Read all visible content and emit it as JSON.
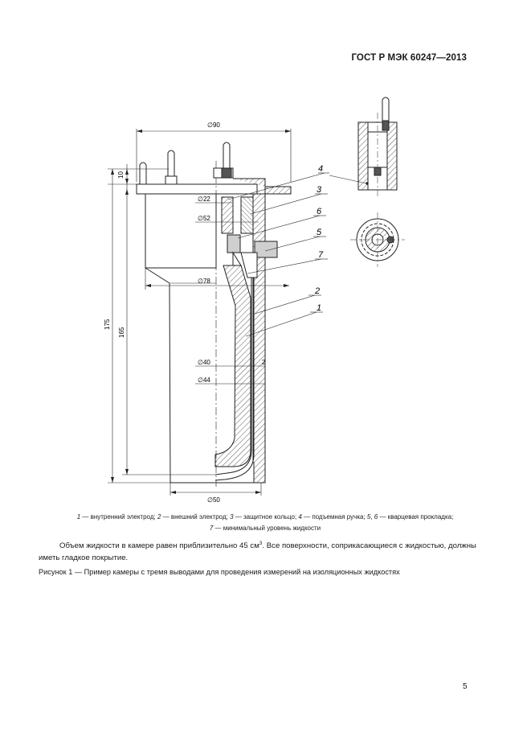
{
  "header": {
    "standard": "ГОСТ Р МЭК 60247—2013"
  },
  "drawing": {
    "dimensions": {
      "d90": "∅90",
      "d22": "∅22",
      "d52": "∅52",
      "d78": "∅78",
      "d40": "∅40",
      "d44": "∅44",
      "d50": "∅50",
      "h10": "10",
      "h175": "175",
      "h165": "165",
      "gap2": "2"
    },
    "callouts": [
      "4",
      "3",
      "6",
      "5",
      "7",
      "2",
      "1"
    ]
  },
  "legend": {
    "n1": "1",
    "t1": " — внутренний электрод; ",
    "n2": "2",
    "t2": " — внешний электрод; ",
    "n3": "3",
    "t3": " — защитное кольцо; ",
    "n4": "4",
    "t4": " — подъемная ручка; ",
    "n5": "5",
    "sep56": ", ",
    "n6": "6",
    "t56": " — кварцевая прокладка;",
    "n7": "7",
    "t7": " — минимальный уровень жидкости"
  },
  "paragraph": {
    "part1": "Объем жидкости в камере равен приблизительно 45 см",
    "sup": "3",
    "part2": ". Все поверхности, соприкасающиеся с жидкостью, должны иметь гладкое покрытие."
  },
  "caption": "Рисунок 1 — Пример камеры с тремя выводами для проведения измерений на изоляционных жидкостях",
  "page_number": "5"
}
